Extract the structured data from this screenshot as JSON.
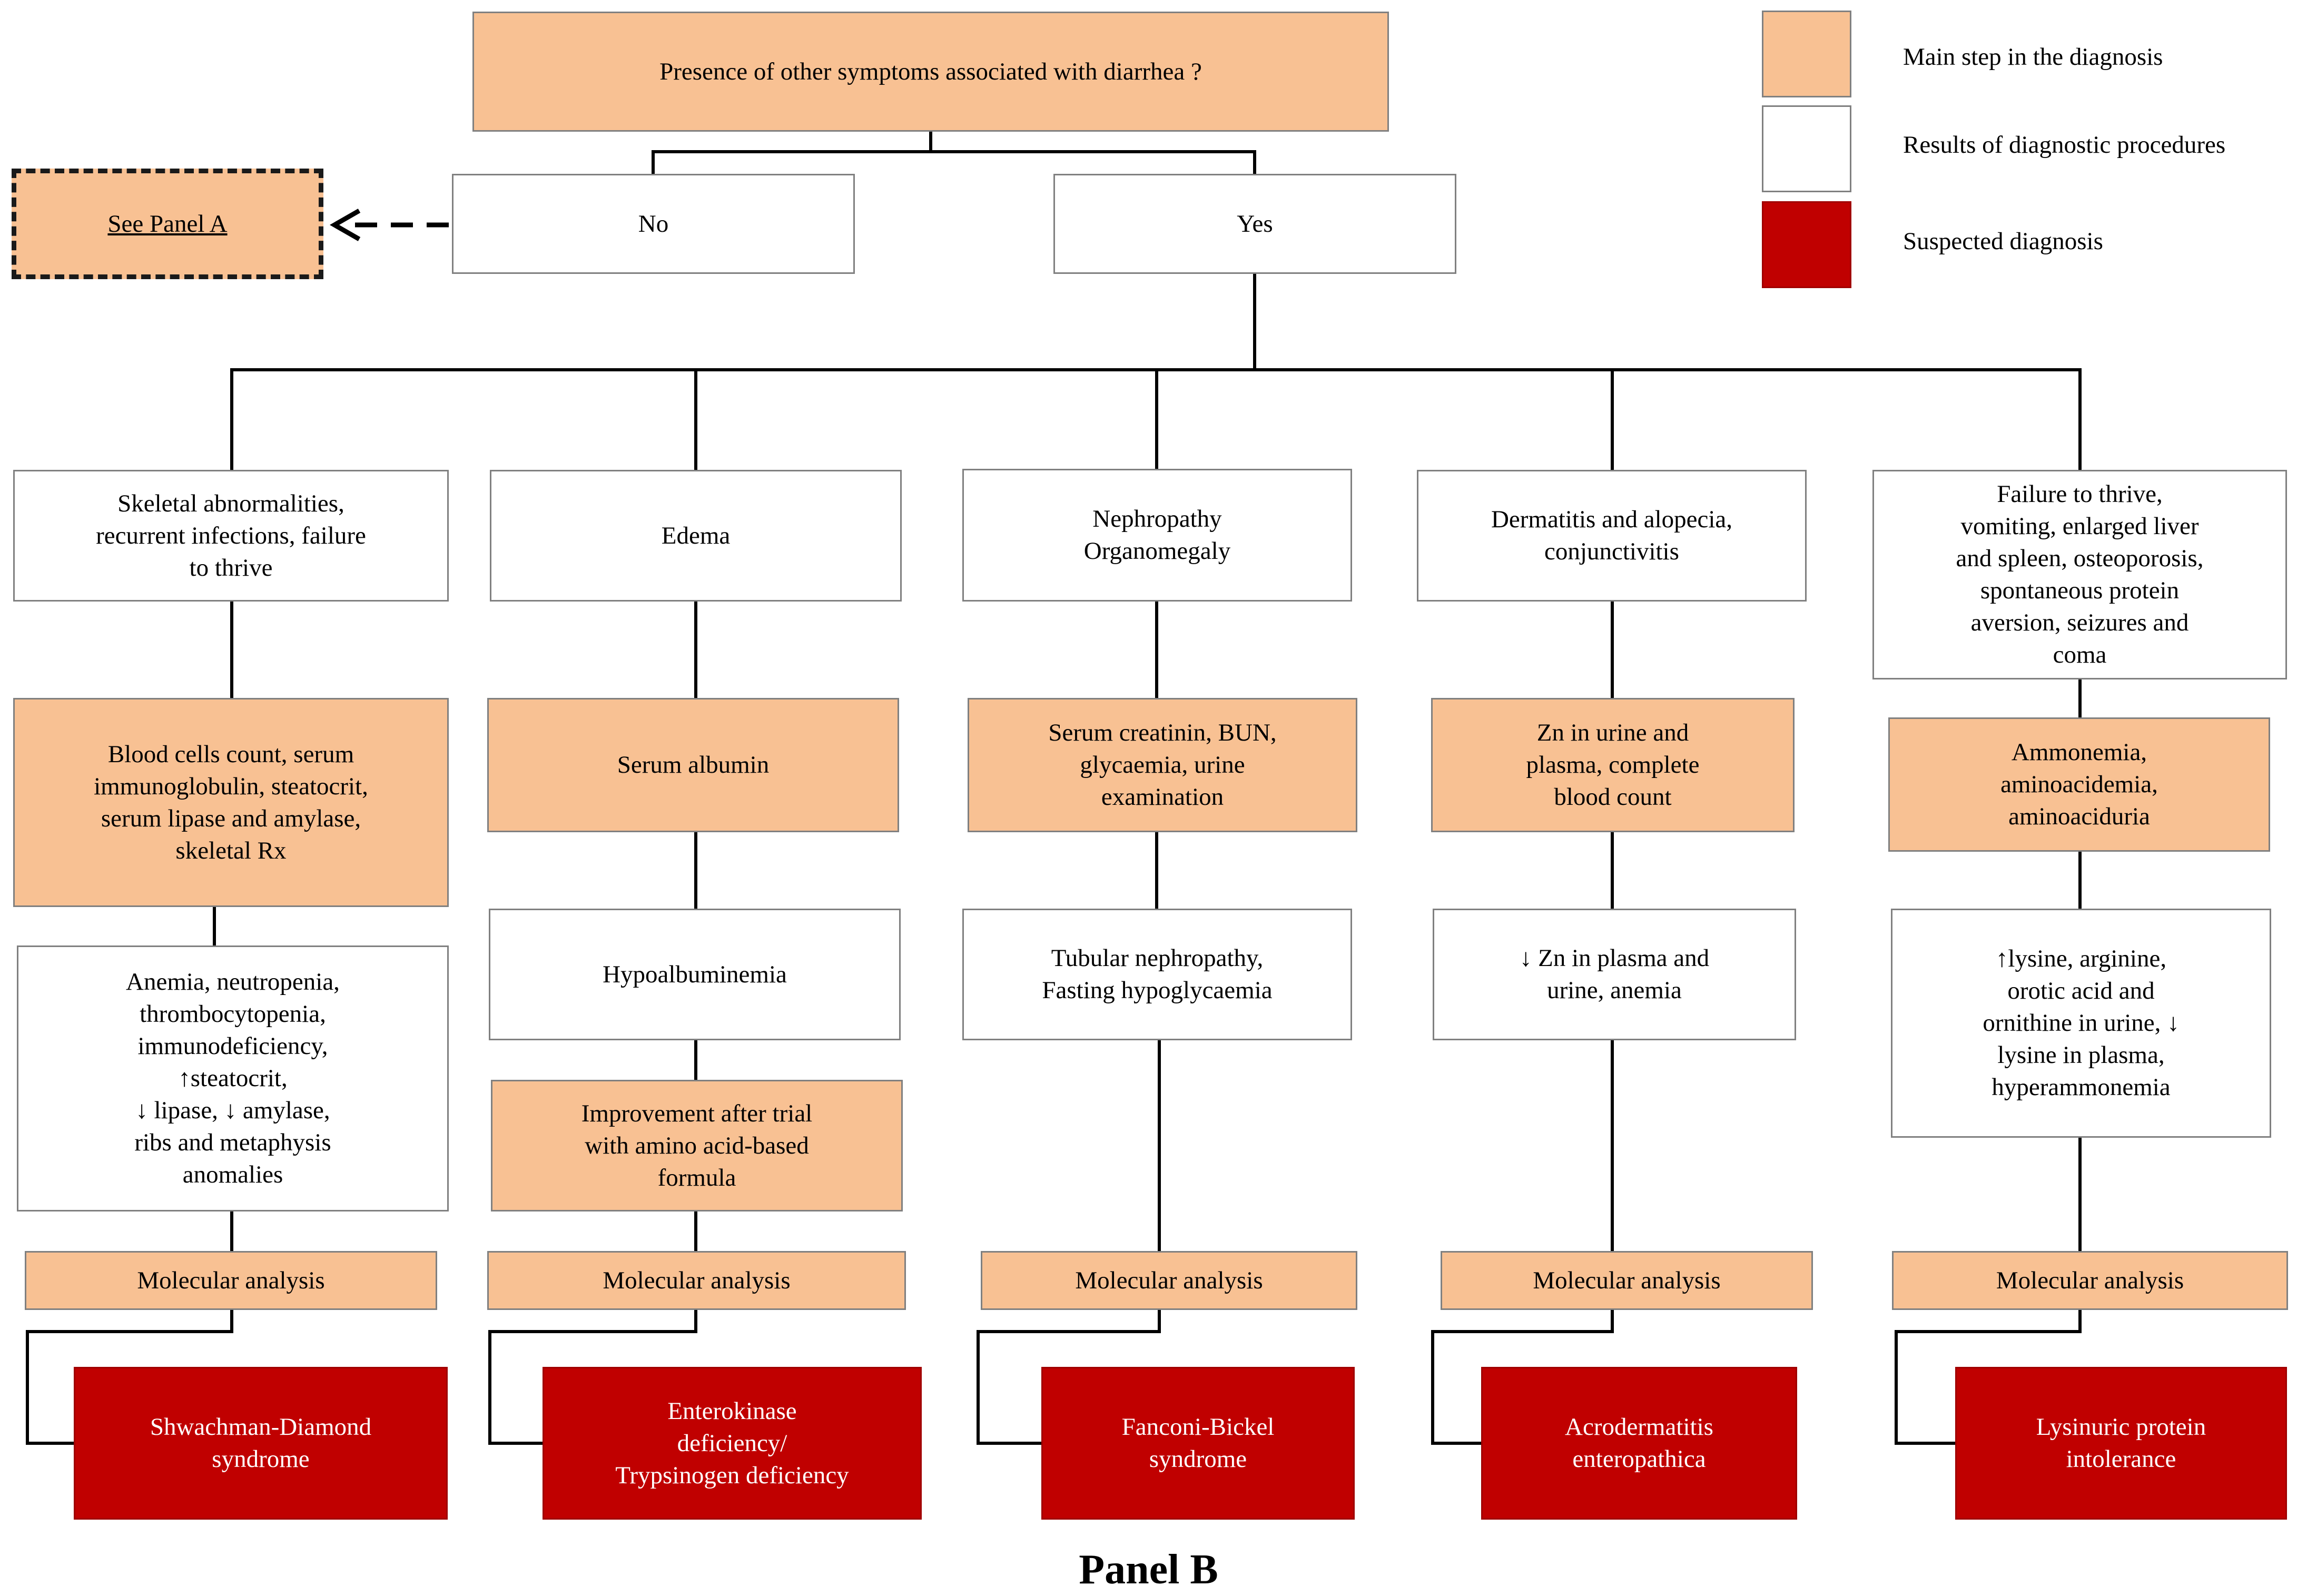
{
  "root": "Presence of other symptoms associated with diarrhea ?",
  "branches": {
    "no": "No",
    "yes": "Yes",
    "ref": "See Panel A"
  },
  "legend": [
    {
      "label": "Main step in the diagnosis",
      "color": "#f8c193"
    },
    {
      "label": "Results of diagnostic procedures",
      "color": "#ffffff"
    },
    {
      "label": "Suspected diagnosis",
      "color": "#c00000"
    }
  ],
  "columns": [
    {
      "symptom": "Skeletal abnormalities,\nrecurrent infections, failure\nto thrive",
      "test": "Blood cells count, serum\nimmunoglobulin, steatocrit,\nserum lipase and amylase,\nskeletal Rx",
      "result": "Anemia, neutropenia,\nthrombocytopenia,\nimmunodeficiency,\n↑steatocrit,\n↓ lipase, ↓ amylase,\nribs and metaphysis\nanomalies",
      "molecular": "Molecular  analysis",
      "diagnosis": "Shwachman-Diamond\nsyndrome"
    },
    {
      "symptom": "Edema",
      "test": "Serum albumin",
      "result": "Hypoalbuminemia",
      "test2": "Improvement after trial\nwith amino acid-based\nformula",
      "molecular": "Molecular  analysis",
      "diagnosis": "Enterokinase\ndeficiency/\nTrypsinogen deficiency"
    },
    {
      "symptom": "Nephropathy\nOrganomegaly",
      "test": "Serum creatinin, BUN,\nglycaemia, urine\nexamination",
      "result": "Tubular nephropathy,\nFasting hypoglycaemia",
      "molecular": "Molecular  analysis",
      "diagnosis": "Fanconi-Bickel\nsyndrome"
    },
    {
      "symptom": "Dermatitis and alopecia,\nconjunctivitis",
      "test": "Zn in urine and\nplasma, complete\nblood count",
      "result": "↓  Zn  in plasma and\nurine, anemia",
      "molecular": "Molecular  analysis",
      "diagnosis": "Acrodermatitis\nenteropathica"
    },
    {
      "symptom": "Failure to thrive,\nvomiting,  enlarged liver\nand spleen, osteoporosis,\nspontaneous protein\naversion, seizures and\ncoma",
      "test": "Ammonemia,\naminoacidemia,\naminoaciduria",
      "result": "↑lysine, arginine,\norotic acid and\nornithine in urine, ↓\nlysine in plasma,\nhyperammonemia",
      "molecular": "Molecular  analysis",
      "diagnosis": "Lysinuric protein\nintolerance"
    }
  ],
  "panel_title": "Panel B"
}
